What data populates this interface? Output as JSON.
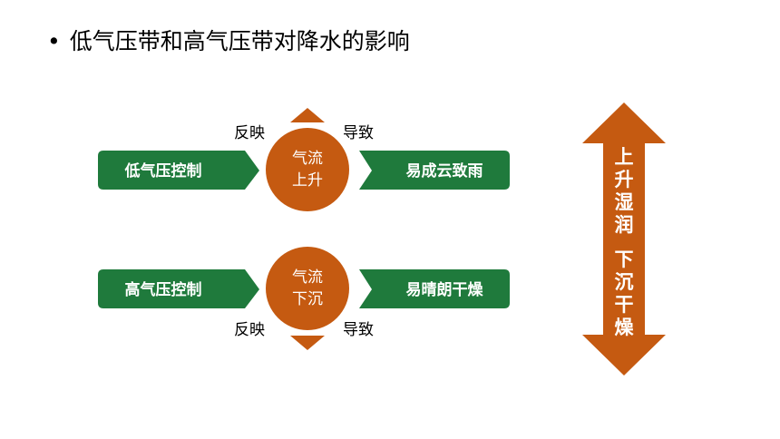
{
  "slide": {
    "bullet": "•",
    "title": "低气压带和高气压带对降水的影响"
  },
  "diagram": {
    "colors": {
      "green": "#1f7a3c",
      "orange": "#c55a11",
      "white": "#ffffff",
      "text": "#000000"
    },
    "low_pressure": {
      "control_label": "低气压控制",
      "circle_line1": "气流",
      "circle_line2": "上升",
      "result_label": "易成云致雨",
      "reflect_label": "反映",
      "lead_label": "导致"
    },
    "high_pressure": {
      "control_label": "高气压控制",
      "circle_line1": "气流",
      "circle_line2": "下沉",
      "result_label": "易晴朗干燥",
      "reflect_label": "反映",
      "lead_label": "导致"
    },
    "side_arrow": {
      "top_text": [
        "上",
        "升",
        "湿",
        "润"
      ],
      "bottom_text": [
        "下",
        "沉",
        "干",
        "燥"
      ]
    }
  }
}
